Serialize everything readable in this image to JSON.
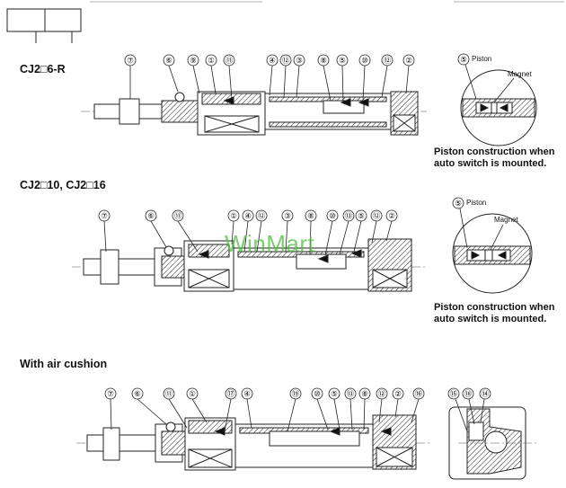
{
  "section1": {
    "title": "CJ2□6-R",
    "callouts": [
      "⑦",
      "⑥",
      "⑨",
      "①",
      "⑪",
      "④",
      "⑫",
      "③",
      "⑧",
      "⑤",
      "⑩",
      "⑫",
      "②"
    ],
    "detail": {
      "callout": "⑤",
      "piston_label": "Piston",
      "magnet_label": "Magnet",
      "caption_line1": "Piston construction when",
      "caption_line2": "auto switch is mounted."
    }
  },
  "section2": {
    "title": "CJ2□10, CJ2□16",
    "callouts": [
      "⑦",
      "⑥",
      "⑪",
      "①",
      "④",
      "⑫",
      "③",
      "⑧",
      "⑩",
      "⑬",
      "⑤",
      "⑫",
      "②"
    ],
    "detail": {
      "callout": "⑤",
      "piston_label": "Piston",
      "magnet_label": "Magnet",
      "caption_line1": "Piston construction when",
      "caption_line2": "auto switch is mounted."
    }
  },
  "section3": {
    "title": "With air cushion",
    "callouts": [
      "⑦",
      "⑥",
      "⑪",
      "①",
      "⑰",
      "④",
      "⑲",
      "⑩",
      "⑤",
      "⑬",
      "⑧",
      "⑫",
      "②",
      "⑯"
    ],
    "detail_callouts": [
      "⑮",
      "⑱",
      "⑭"
    ]
  },
  "watermark": "WinMart"
}
